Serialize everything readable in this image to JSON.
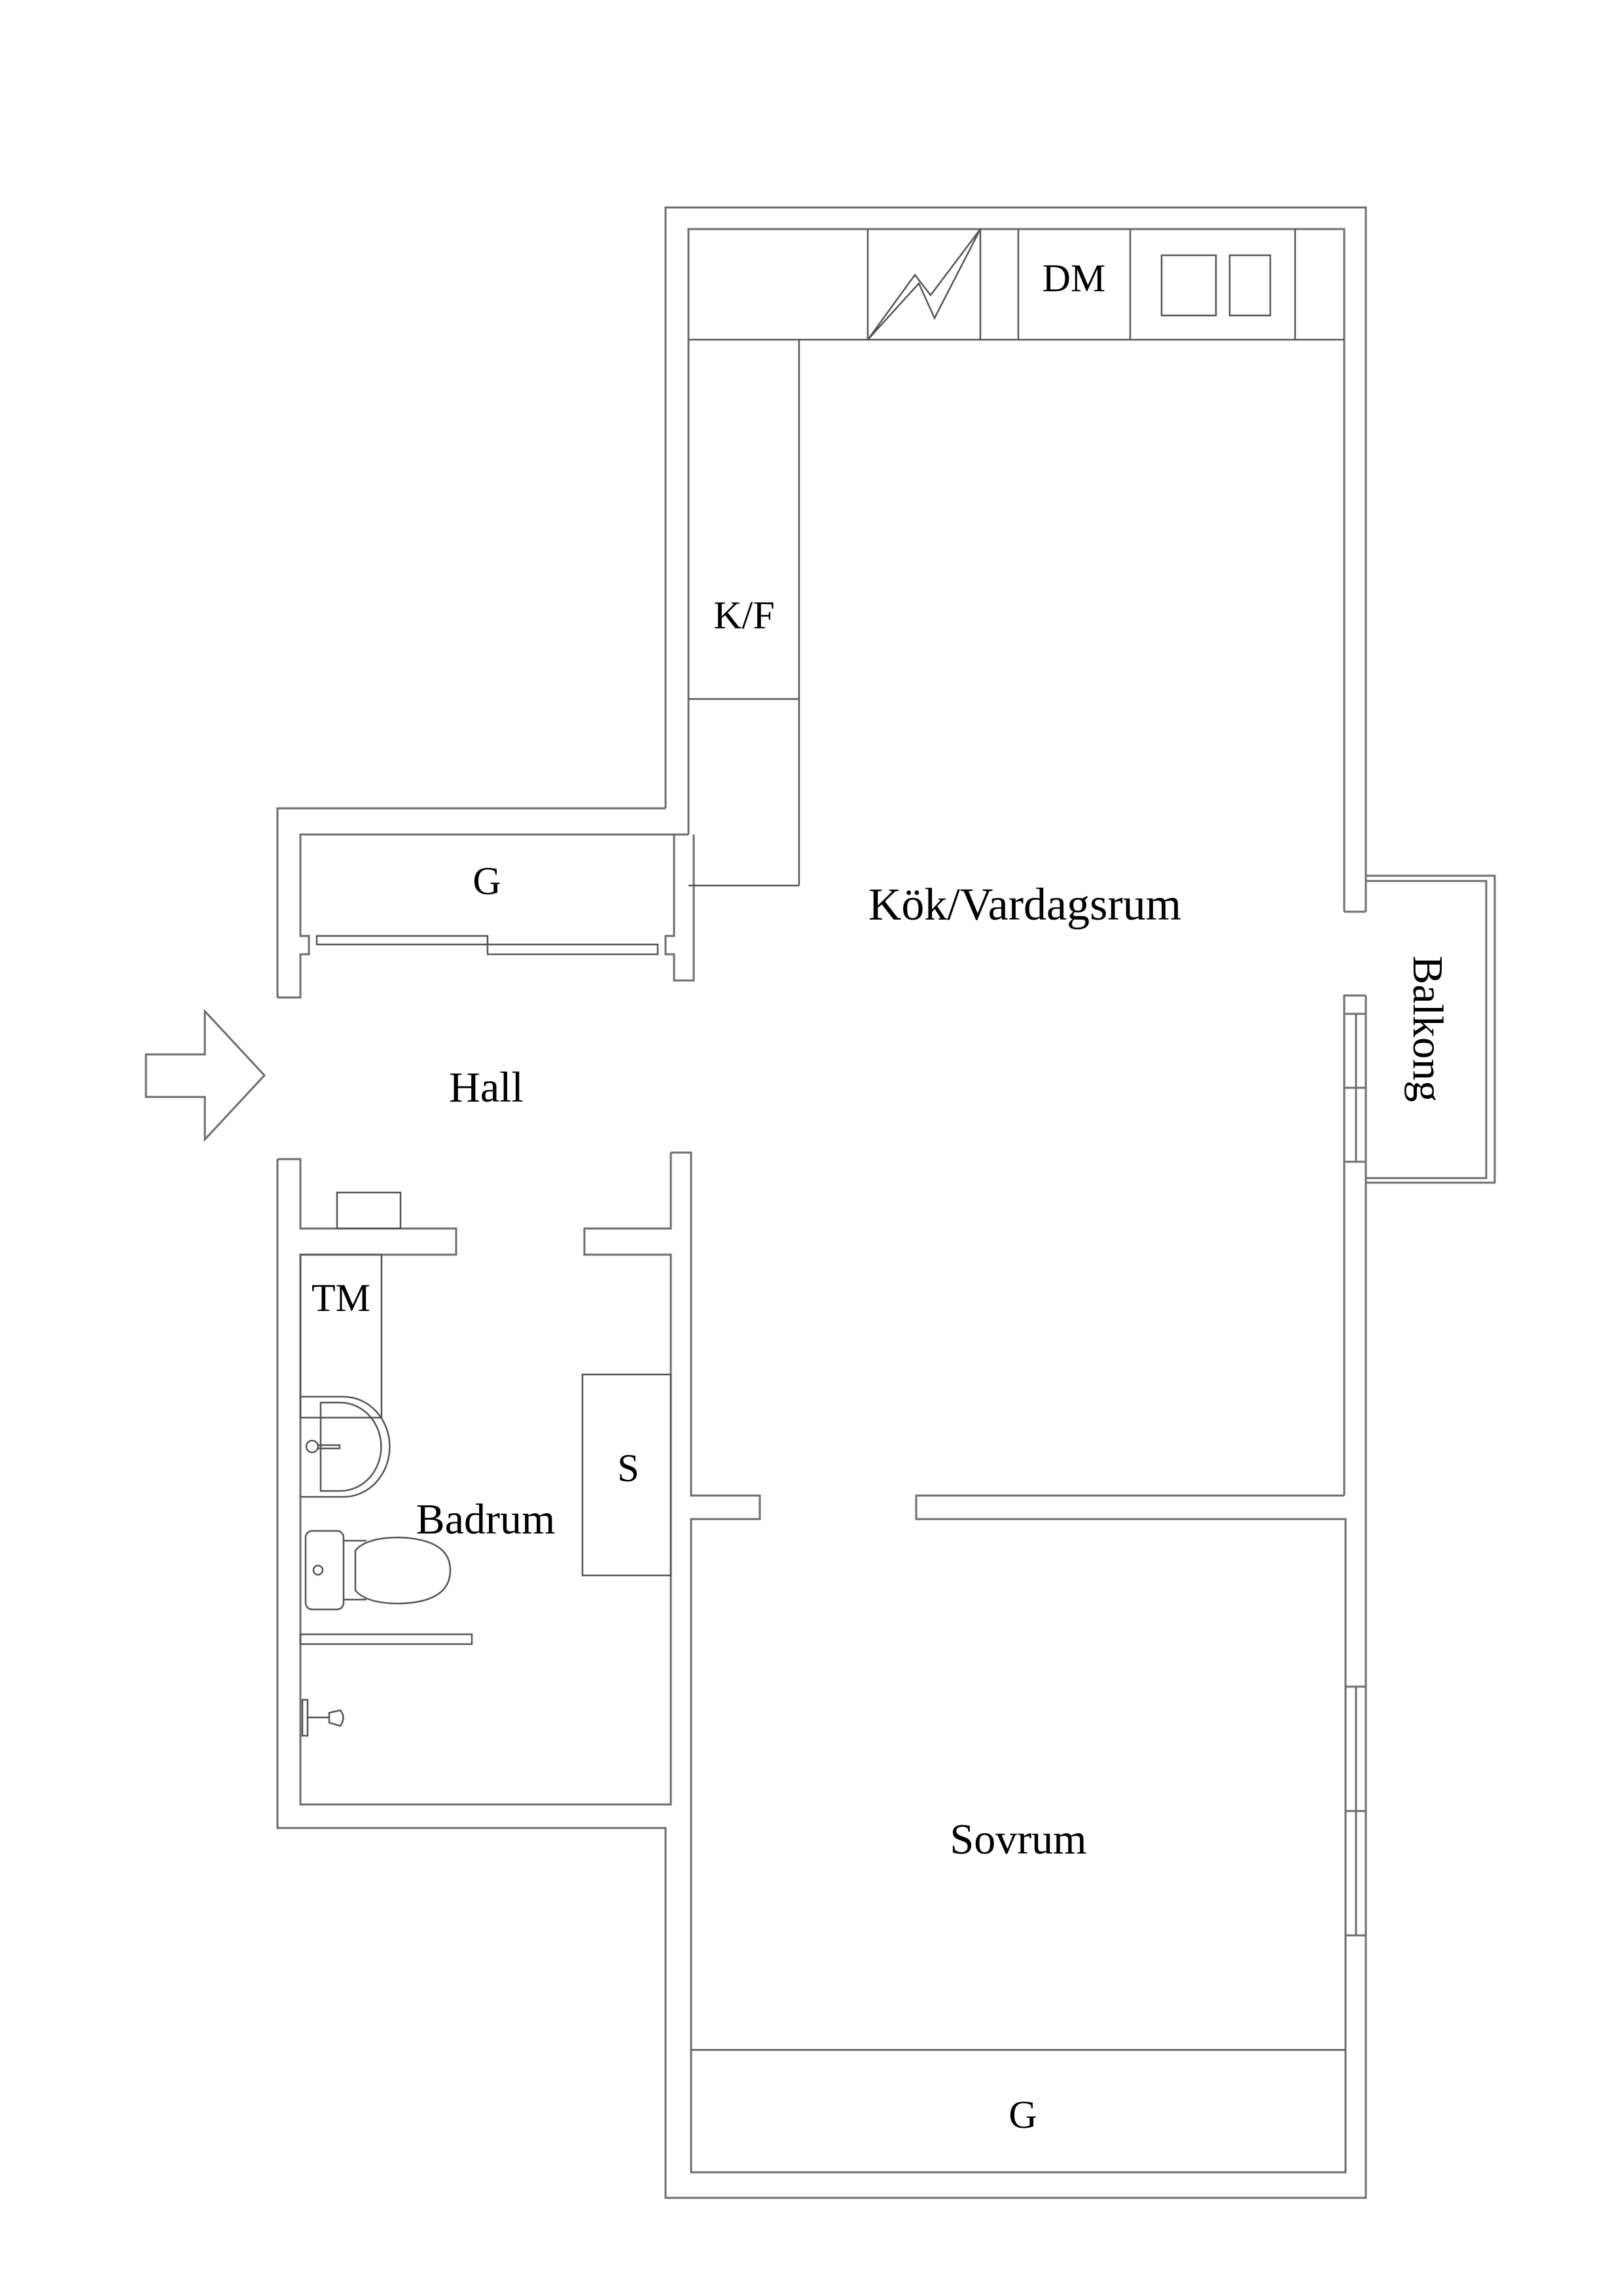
{
  "plan": {
    "title": "Floor plan",
    "line_color": "#6e6e6e",
    "background": "#ffffff"
  },
  "rooms": {
    "kitchen_living": "Kök/Vardagsrum",
    "hall": "Hall",
    "bathroom": "Badrum",
    "bedroom": "Sovrum",
    "balcony": "Balkong"
  },
  "fixtures": {
    "dishwasher": "DM",
    "fridge_freezer": "K/F",
    "washing_machine": "TM",
    "cabinet": "S",
    "wardrobe_hall": "G",
    "wardrobe_bedroom": "G"
  },
  "icons": {
    "entrance": "entrance-arrow-icon",
    "stove": "stove-lightning-icon",
    "kitchen_sink": "double-sink-icon",
    "wash_basin": "wash-basin-icon",
    "toilet": "toilet-icon",
    "shower": "shower-mixer-icon"
  }
}
